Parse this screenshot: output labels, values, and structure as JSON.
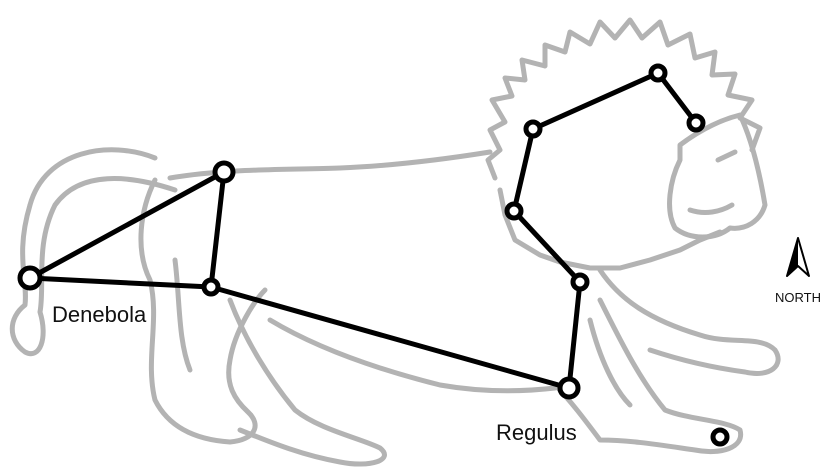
{
  "labels": {
    "denebola": "Denebola",
    "regulus": "Regulus",
    "north": "NORTH"
  },
  "colors": {
    "outline": "#b3b3b3",
    "lines": "#000000",
    "star_fill": "#ffffff"
  },
  "icons": {
    "north": "north-arrow-icon"
  }
}
